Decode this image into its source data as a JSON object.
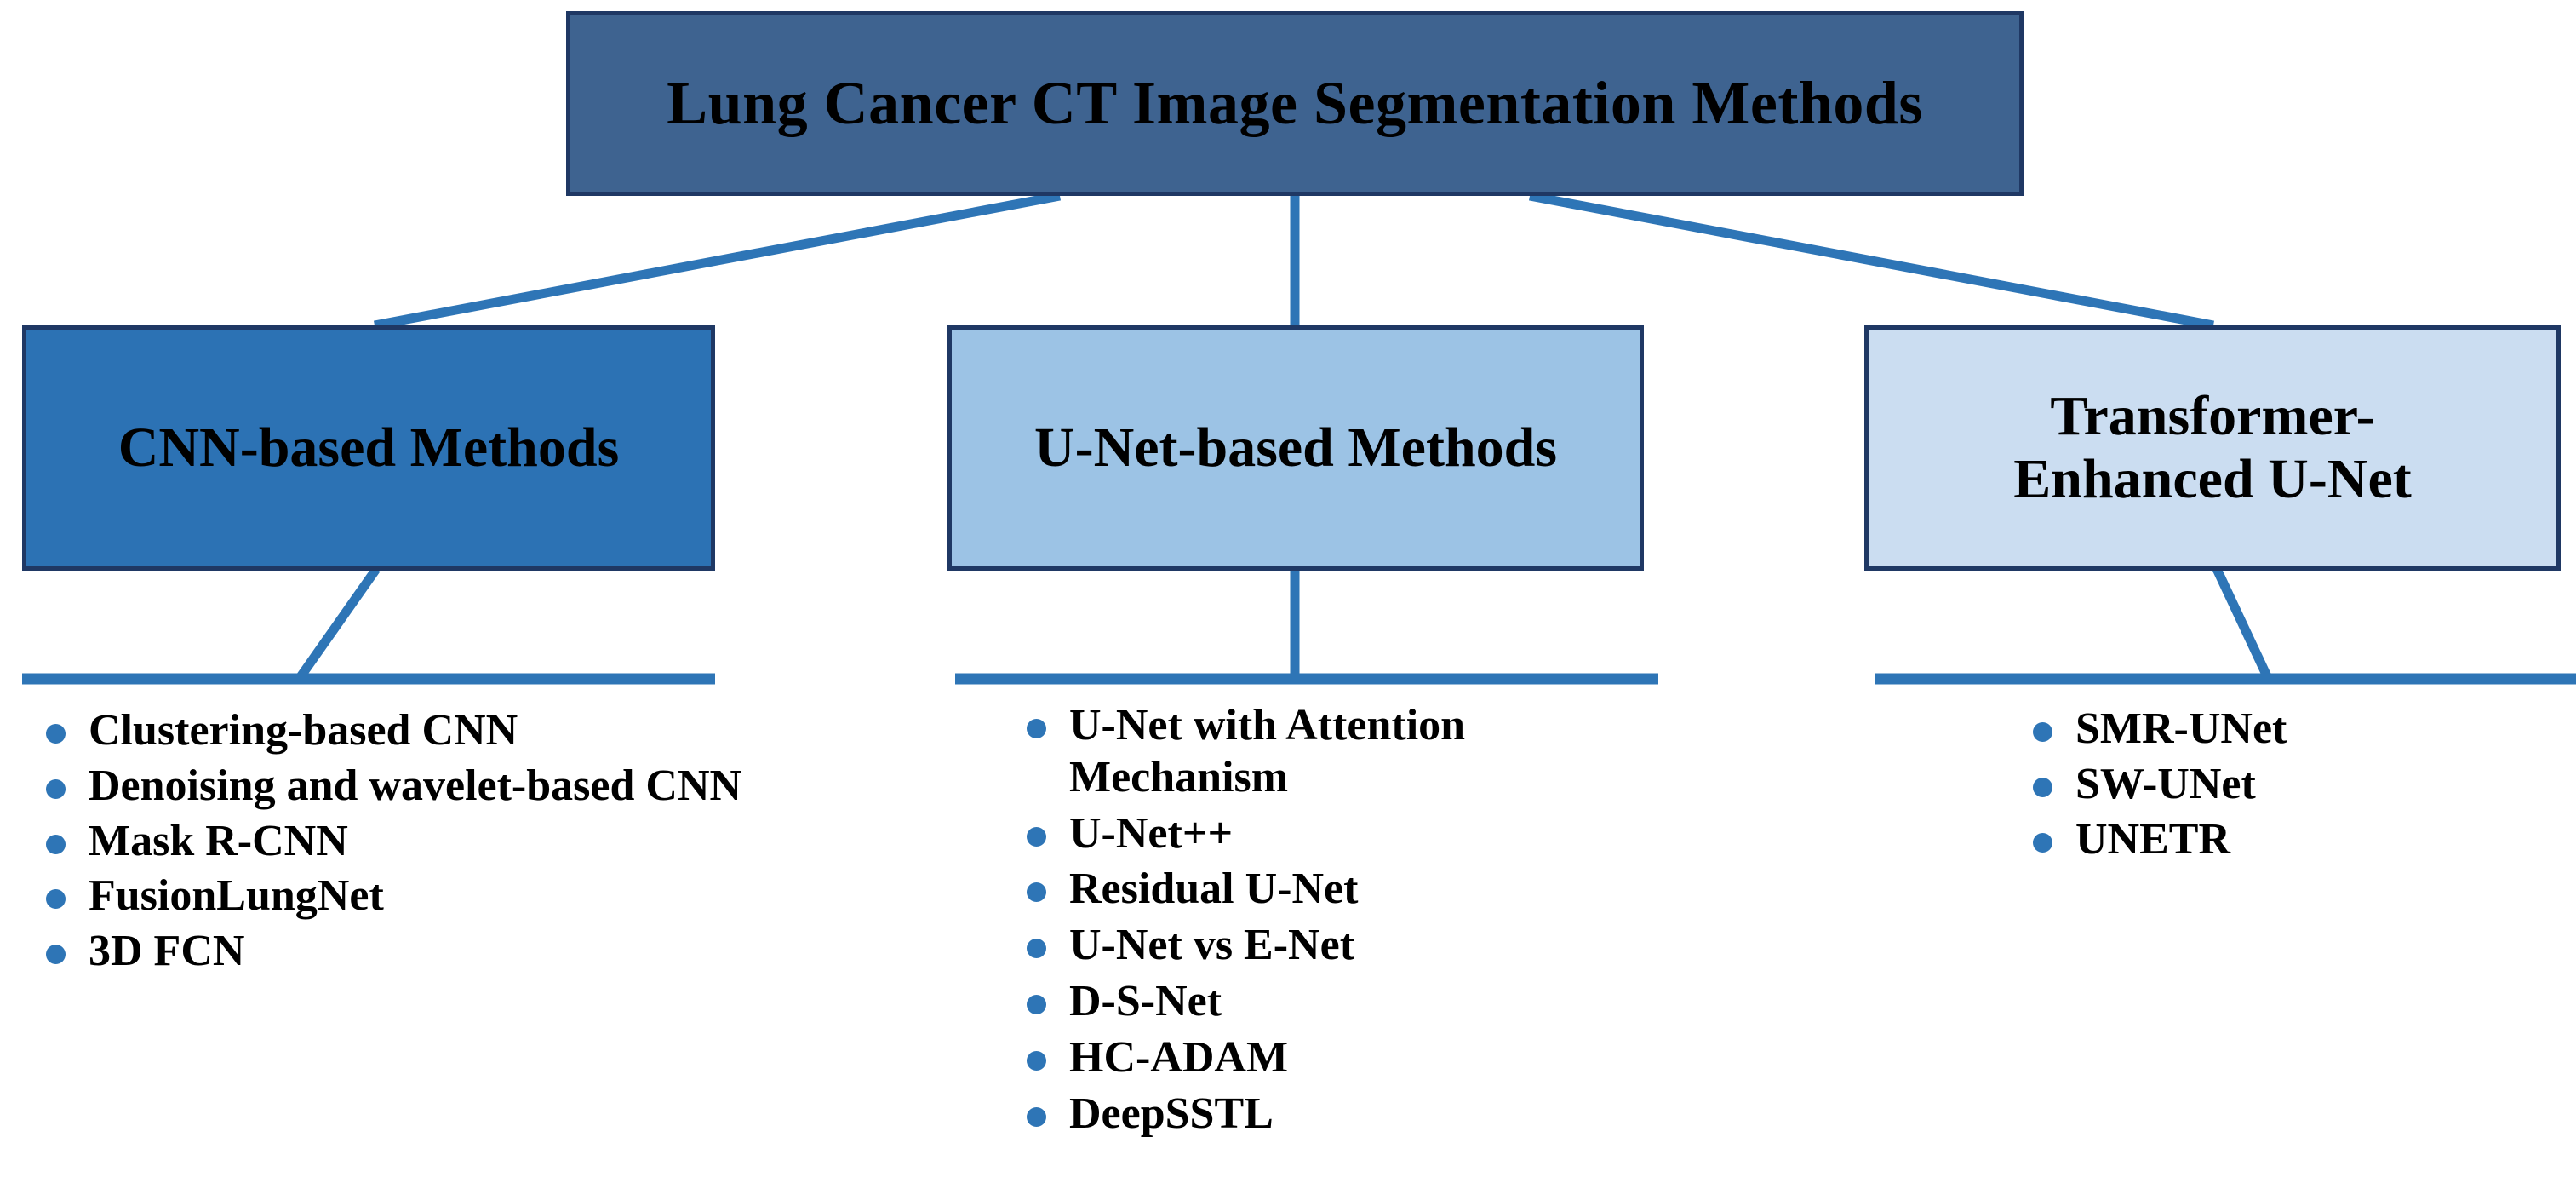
{
  "diagram": {
    "title": "Lung Cancer CT Image Segmentation Methods",
    "root": {
      "label": "Lung Cancer CT Image Segmentation Methods",
      "fill": "#3E6390",
      "border": "#1F3864"
    },
    "categories": [
      {
        "id": "cnn",
        "label": "CNN-based Methods",
        "fill": "#2C72B4",
        "border": "#1F3864",
        "items": [
          "Clustering-based CNN",
          "Denoising and wavelet-based CNN",
          "Mask R-CNN",
          "FusionLungNet",
          "3D FCN"
        ]
      },
      {
        "id": "unet",
        "label": "U-Net-based Methods",
        "fill": "#9CC3E5",
        "border": "#1F3864",
        "items": [
          "U-Net with Attention Mechanism",
          "U-Net++",
          "Residual U-Net",
          "U-Net vs E-Net",
          "D-S-Net",
          "HC-ADAM",
          "DeepSSTL"
        ]
      },
      {
        "id": "transformer",
        "label": "Transformer-\nEnhanced U-Net",
        "fill": "#CBDDF1",
        "border": "#1F3864",
        "items": [
          "SMR-UNet",
          "SW-UNet",
          "UNETR"
        ]
      }
    ],
    "connector_color": "#2E75B6",
    "bullet_color": "#2E75B6"
  }
}
